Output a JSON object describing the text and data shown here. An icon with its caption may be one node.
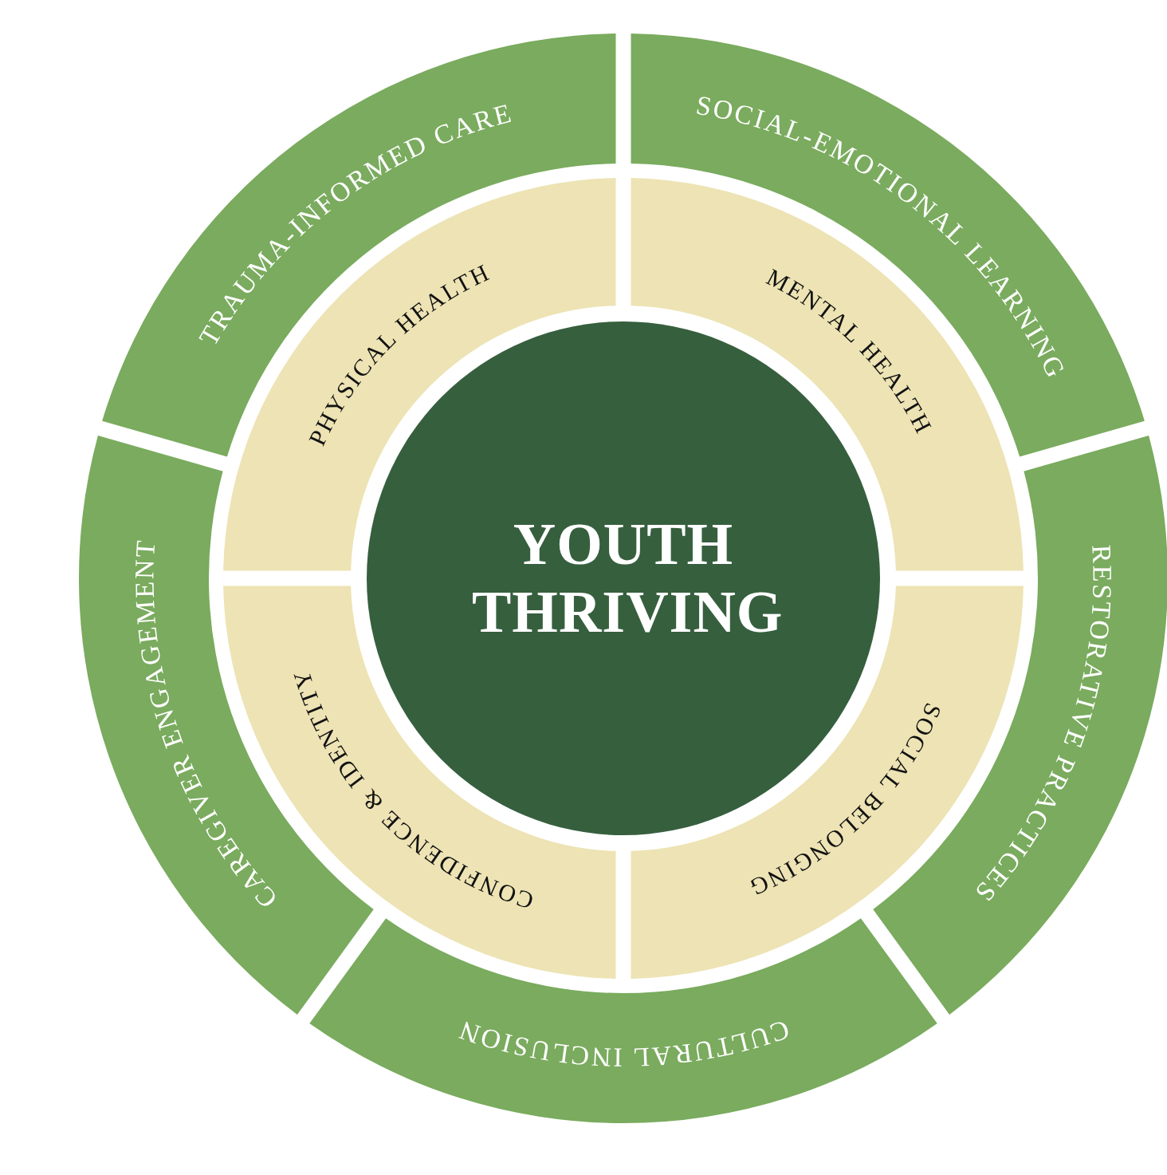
{
  "diagram": {
    "nodes": [
      {
        "text": [
          "YOUTH THRIVING"
        ]
      },
      {
        "text": [
          "PHYSICAL HEALTH"
        ]
      },
      {
        "text": [
          "MENTAL HEALTH"
        ]
      },
      {
        "text": [
          "SOCIAL BELONGING"
        ]
      },
      {
        "text": [
          "CONFIDENCE & IDENTITY"
        ]
      },
      {
        "text": [
          "TRAUMA-INFORMED CARE"
        ]
      },
      {
        "text": [
          "SOCIAL-EMOTIONAL LEARNING"
        ]
      },
      {
        "text": [
          "RESTORATIVE PRACTICES"
        ]
      },
      {
        "text": [
          "CULTURAL INCLUSION"
        ]
      },
      {
        "text": [
          "CAREGIVER ENGAGEMENT"
        ]
      }
    ]
  }
}
